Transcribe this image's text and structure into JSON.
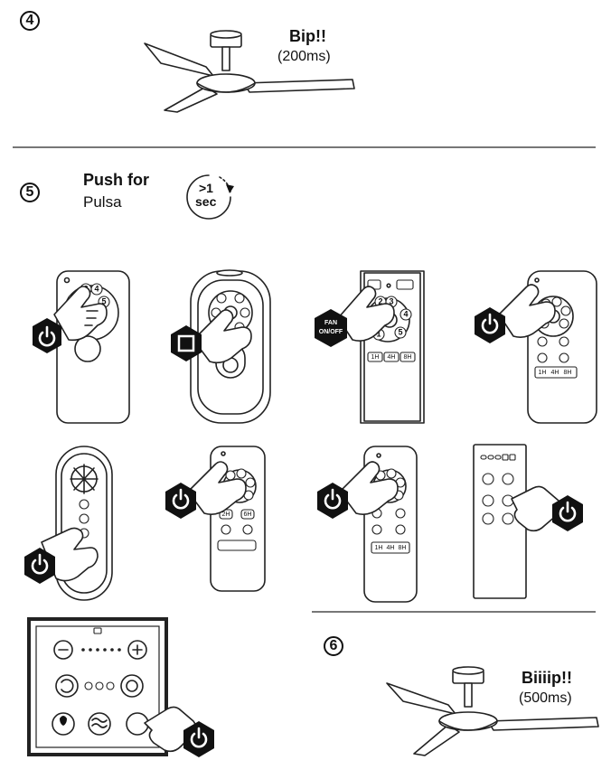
{
  "step4": {
    "number": "4",
    "sound": "Bip!!",
    "duration": "(200ms)"
  },
  "step5": {
    "number": "5",
    "title_en": "Push for",
    "title_es": "Pulsa",
    "timer_top": ">1",
    "timer_bottom": "sec"
  },
  "step6": {
    "number": "6",
    "sound": "Biiiip!!",
    "duration": "(500ms)"
  },
  "remote_labels": {
    "fan_onoff_1": "FAN",
    "fan_onoff_2": "ON/OFF"
  },
  "colors": {
    "ink": "#111111",
    "rule": "#777777",
    "background": "#ffffff"
  }
}
